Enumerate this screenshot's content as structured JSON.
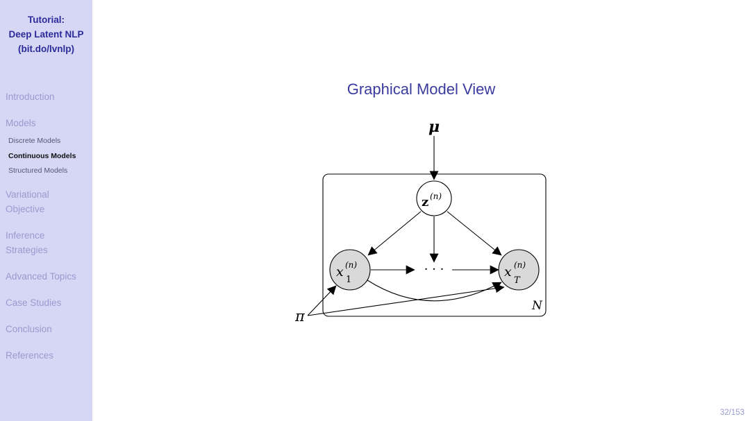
{
  "sidebar": {
    "title_lines": [
      "Tutorial:",
      "Deep Latent NLP",
      "(bit.do/lvnlp)"
    ],
    "sections": [
      {
        "lines": [
          "Introduction"
        ]
      },
      {
        "lines": [
          "Models"
        ]
      },
      {
        "lines": [
          "Variational",
          "Objective"
        ]
      },
      {
        "lines": [
          "Inference",
          "Strategies"
        ]
      },
      {
        "lines": [
          "Advanced Topics"
        ]
      },
      {
        "lines": [
          "Case Studies"
        ]
      },
      {
        "lines": [
          "Conclusion"
        ]
      },
      {
        "lines": [
          "References"
        ]
      }
    ],
    "subsections": [
      {
        "label": "Discrete Models"
      },
      {
        "label": "Continuous Models",
        "active": true
      },
      {
        "label": "Structured Models"
      }
    ]
  },
  "slide": {
    "title": "Graphical Model View",
    "page": "32/153"
  },
  "diagram": {
    "mu": "μ",
    "z_base": "z",
    "z_sup": "(n)",
    "x1_base": "x",
    "x1_sup": "(n)",
    "x1_sub": "1",
    "xT_base": "x",
    "xT_sup": "(n)",
    "xT_sub": "T",
    "dots": "· · ·",
    "plate": "N",
    "pi": "π"
  },
  "colors": {
    "sidebar_bg": "#d6d6f5",
    "title_blue": "#3b3b9f",
    "nav_inactive": "#9a9acf",
    "observed_fill": "#d9d9d9"
  }
}
